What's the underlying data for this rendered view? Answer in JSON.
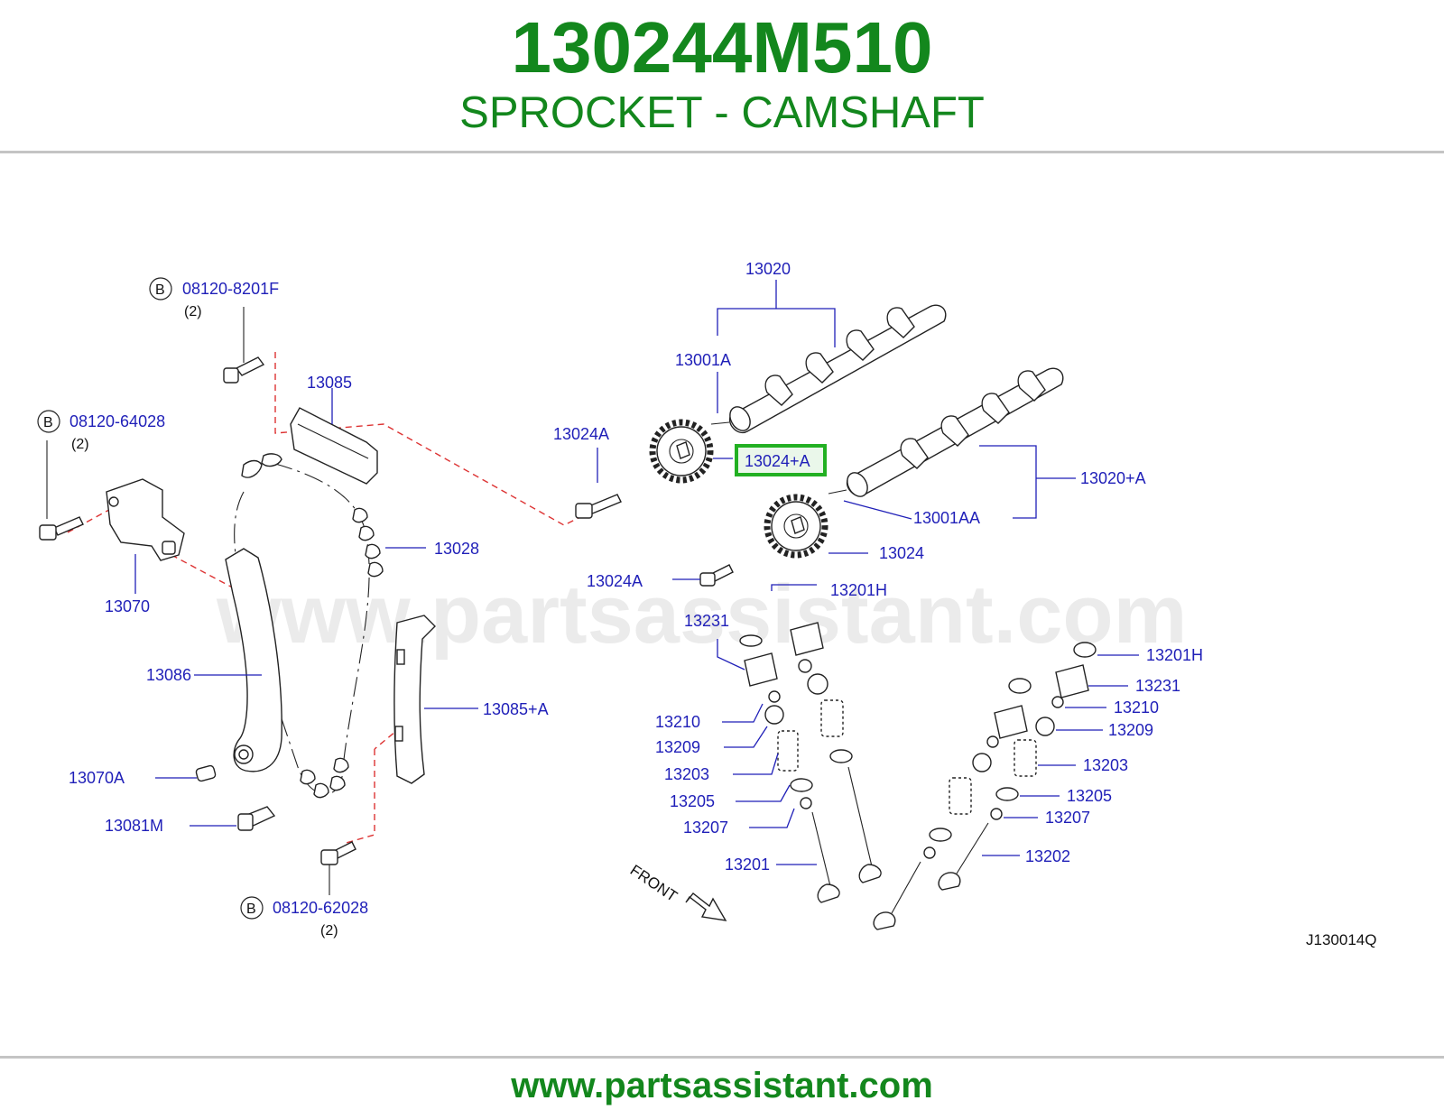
{
  "header": {
    "part_number": "130244M510",
    "part_name": "SPROCKET - CAMSHAFT"
  },
  "watermark": "www.partsassistant.com",
  "footer": {
    "url": "www.partsassistant.com"
  },
  "diagram": {
    "code": "J130014Q",
    "front_label": "FRONT",
    "bolt_marker": "B",
    "highlighted_part": "13024+A",
    "highlight_color": "#22b022",
    "label_color": "#1f1fb8",
    "title_color": "#13871d",
    "bolts": [
      {
        "part": "08120-8201F",
        "qty": "(2)"
      },
      {
        "part": "08120-64028",
        "qty": "(2)"
      },
      {
        "part": "08120-62028",
        "qty": "(2)"
      }
    ],
    "callouts": {
      "p13085": "13085",
      "p13070": "13070",
      "p13086": "13086",
      "p13070A": "13070A",
      "p13081M": "13081M",
      "p13028": "13028",
      "p13085A": "13085+A",
      "p13024A_top": "13024A",
      "p13024A_bottom": "13024A",
      "p13020": "13020",
      "p13001A": "13001A",
      "p13024pA": "13024+A",
      "p13020A": "13020+A",
      "p13001AA": "13001AA",
      "p13024": "13024",
      "p13201H_left": "13201H",
      "p13231_left": "13231",
      "p13210_left": "13210",
      "p13209_left": "13209",
      "p13203_left": "13203",
      "p13205_left": "13205",
      "p13207_left": "13207",
      "p13201": "13201",
      "p13201H_right": "13201H",
      "p13231_right": "13231",
      "p13210_right": "13210",
      "p13209_right": "13209",
      "p13203_right": "13203",
      "p13205_right": "13205",
      "p13207_right": "13207",
      "p13202": "13202"
    }
  }
}
